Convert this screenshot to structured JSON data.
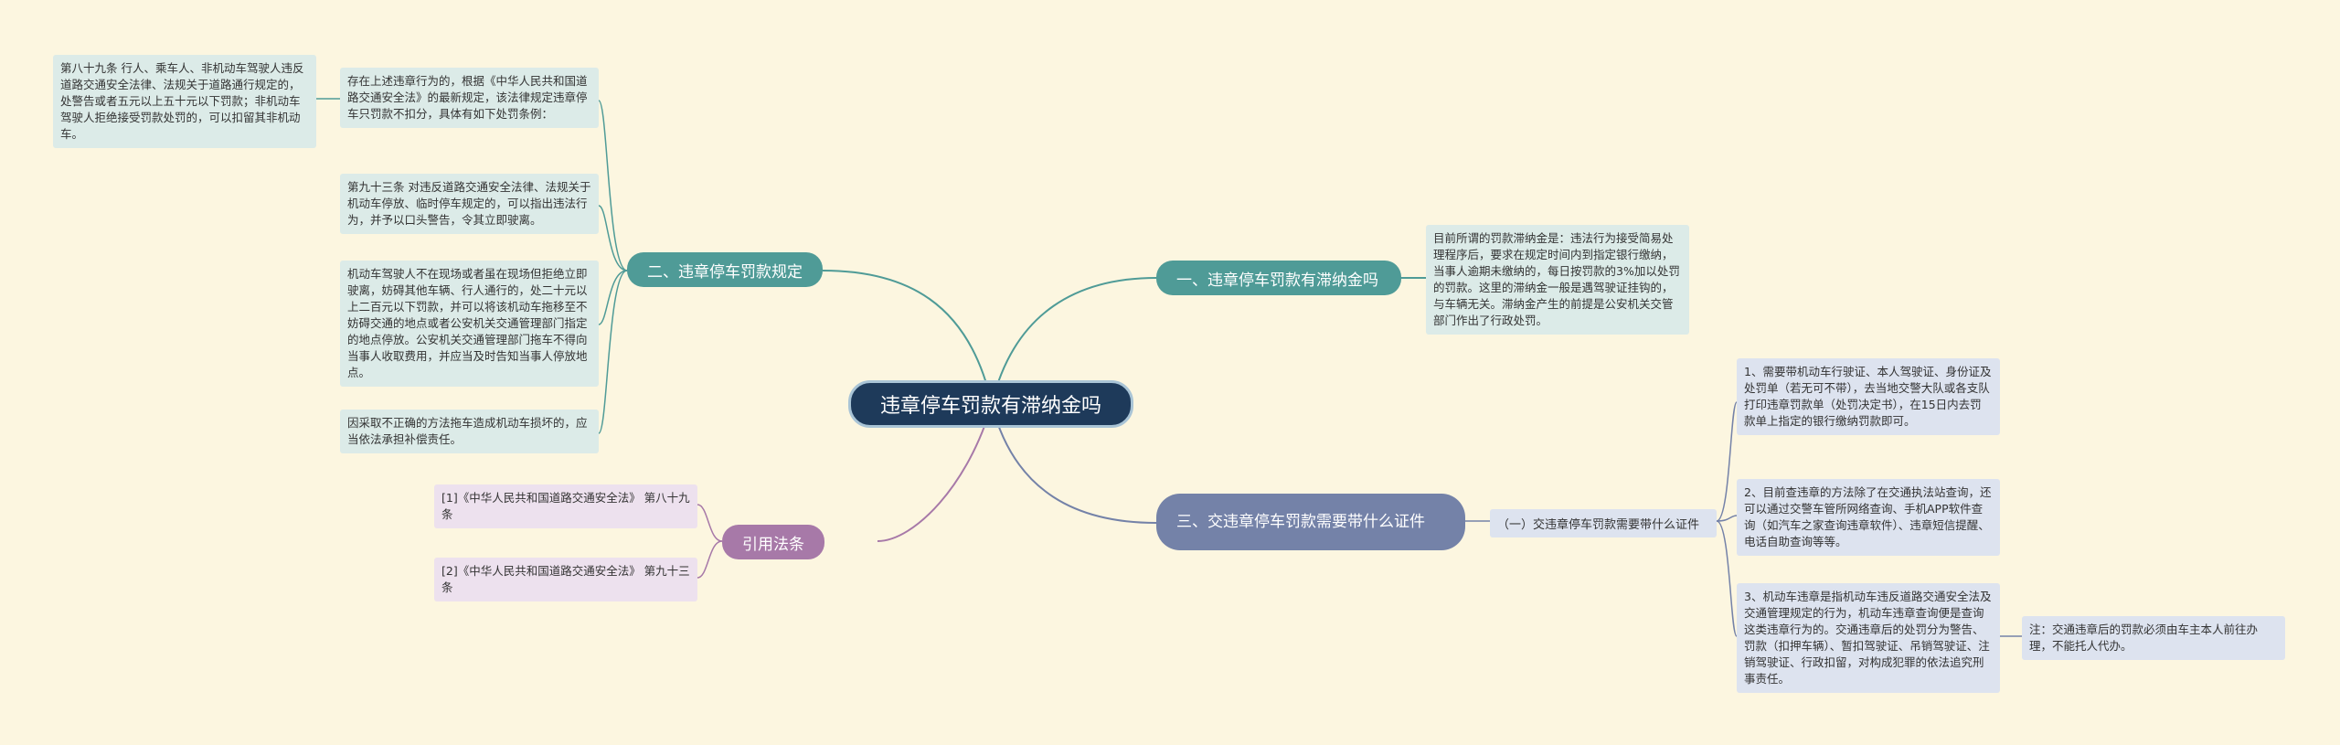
{
  "root": {
    "title": "违章停车罚款有滞纳金吗"
  },
  "branch1": {
    "label": "一、违章停车罚款有滞纳金吗",
    "text": "目前所谓的罚款滞纳金是：违法行为接受简易处理程序后，要求在规定时间内到指定银行缴纳，当事人逾期未缴纳的，每日按罚款的3%加以处罚的罚款。这里的滞纳金一般是遇驾驶证挂钩的，与车辆无关。滞纳金产生的前提是公安机关交管部门作出了行政处罚。"
  },
  "branch2": {
    "label": "二、违章停车罚款规定",
    "intro": "存在上述违章行为的，根据《中华人民共和国道路交通安全法》的最新规定，该法律规定违章停车只罚款不扣分，具体有如下处罚条例：",
    "article89": "第八十九条 行人、乘车人、非机动车驾驶人违反道路交通安全法律、法规关于道路通行规定的，处警告或者五元以上五十元以下罚款；非机动车驾驶人拒绝接受罚款处罚的，可以扣留其非机动车。",
    "article93": "第九十三条 对违反道路交通安全法律、法规关于机动车停放、临时停车规定的，可以指出违法行为，并予以口头警告，令其立即驶离。",
    "tow": "机动车驾驶人不在现场或者虽在现场但拒绝立即驶离，妨碍其他车辆、行人通行的，处二十元以上二百元以下罚款，并可以将该机动车拖移至不妨碍交通的地点或者公安机关交通管理部门指定的地点停放。公安机关交通管理部门拖车不得向当事人收取费用，并应当及时告知当事人停放地点。",
    "damage": "因采取不正确的方法拖车造成机动车损坏的，应当依法承担补偿责任。"
  },
  "branch3": {
    "label": "三、交违章停车罚款需要带什么证件",
    "sub": "（一）交违章停车罚款需要带什么证件",
    "item1": "1、需要带机动车行驶证、本人驾驶证、身份证及处罚单（若无可不带），去当地交警大队或各支队打印违章罚款单（处罚决定书），在15日内去罚款单上指定的银行缴纳罚款即可。",
    "item2": "2、目前查违章的方法除了在交通执法站查询，还可以通过交警车管所网络查询、手机APP软件查询（如汽车之家查询违章软件）、违章短信提醒、电话自助查询等等。",
    "item3": "3、机动车违章是指机动车违反道路交通安全法及交通管理规定的行为，机动车违章查询便是查询这类违章行为的。交通违章后的处罚分为警告、罚款（扣押车辆）、暂扣驾驶证、吊销驾驶证、注销驾驶证、行政扣留，对构成犯罪的依法追究刑事责任。",
    "note": "注：交通违章后的罚款必须由车主本人前往办理，不能托人代办。"
  },
  "branch4": {
    "label": "引用法条",
    "ref1": "[1]《中华人民共和国道路交通安全法》 第八十九条",
    "ref2": "[2]《中华人民共和国道路交通安全法》 第九十三条"
  },
  "colors": {
    "background": "#fcf6e0",
    "root": "#1e3a5a",
    "teal": "#4f9b97",
    "slate": "#7482a8",
    "purple": "#a779a8"
  }
}
